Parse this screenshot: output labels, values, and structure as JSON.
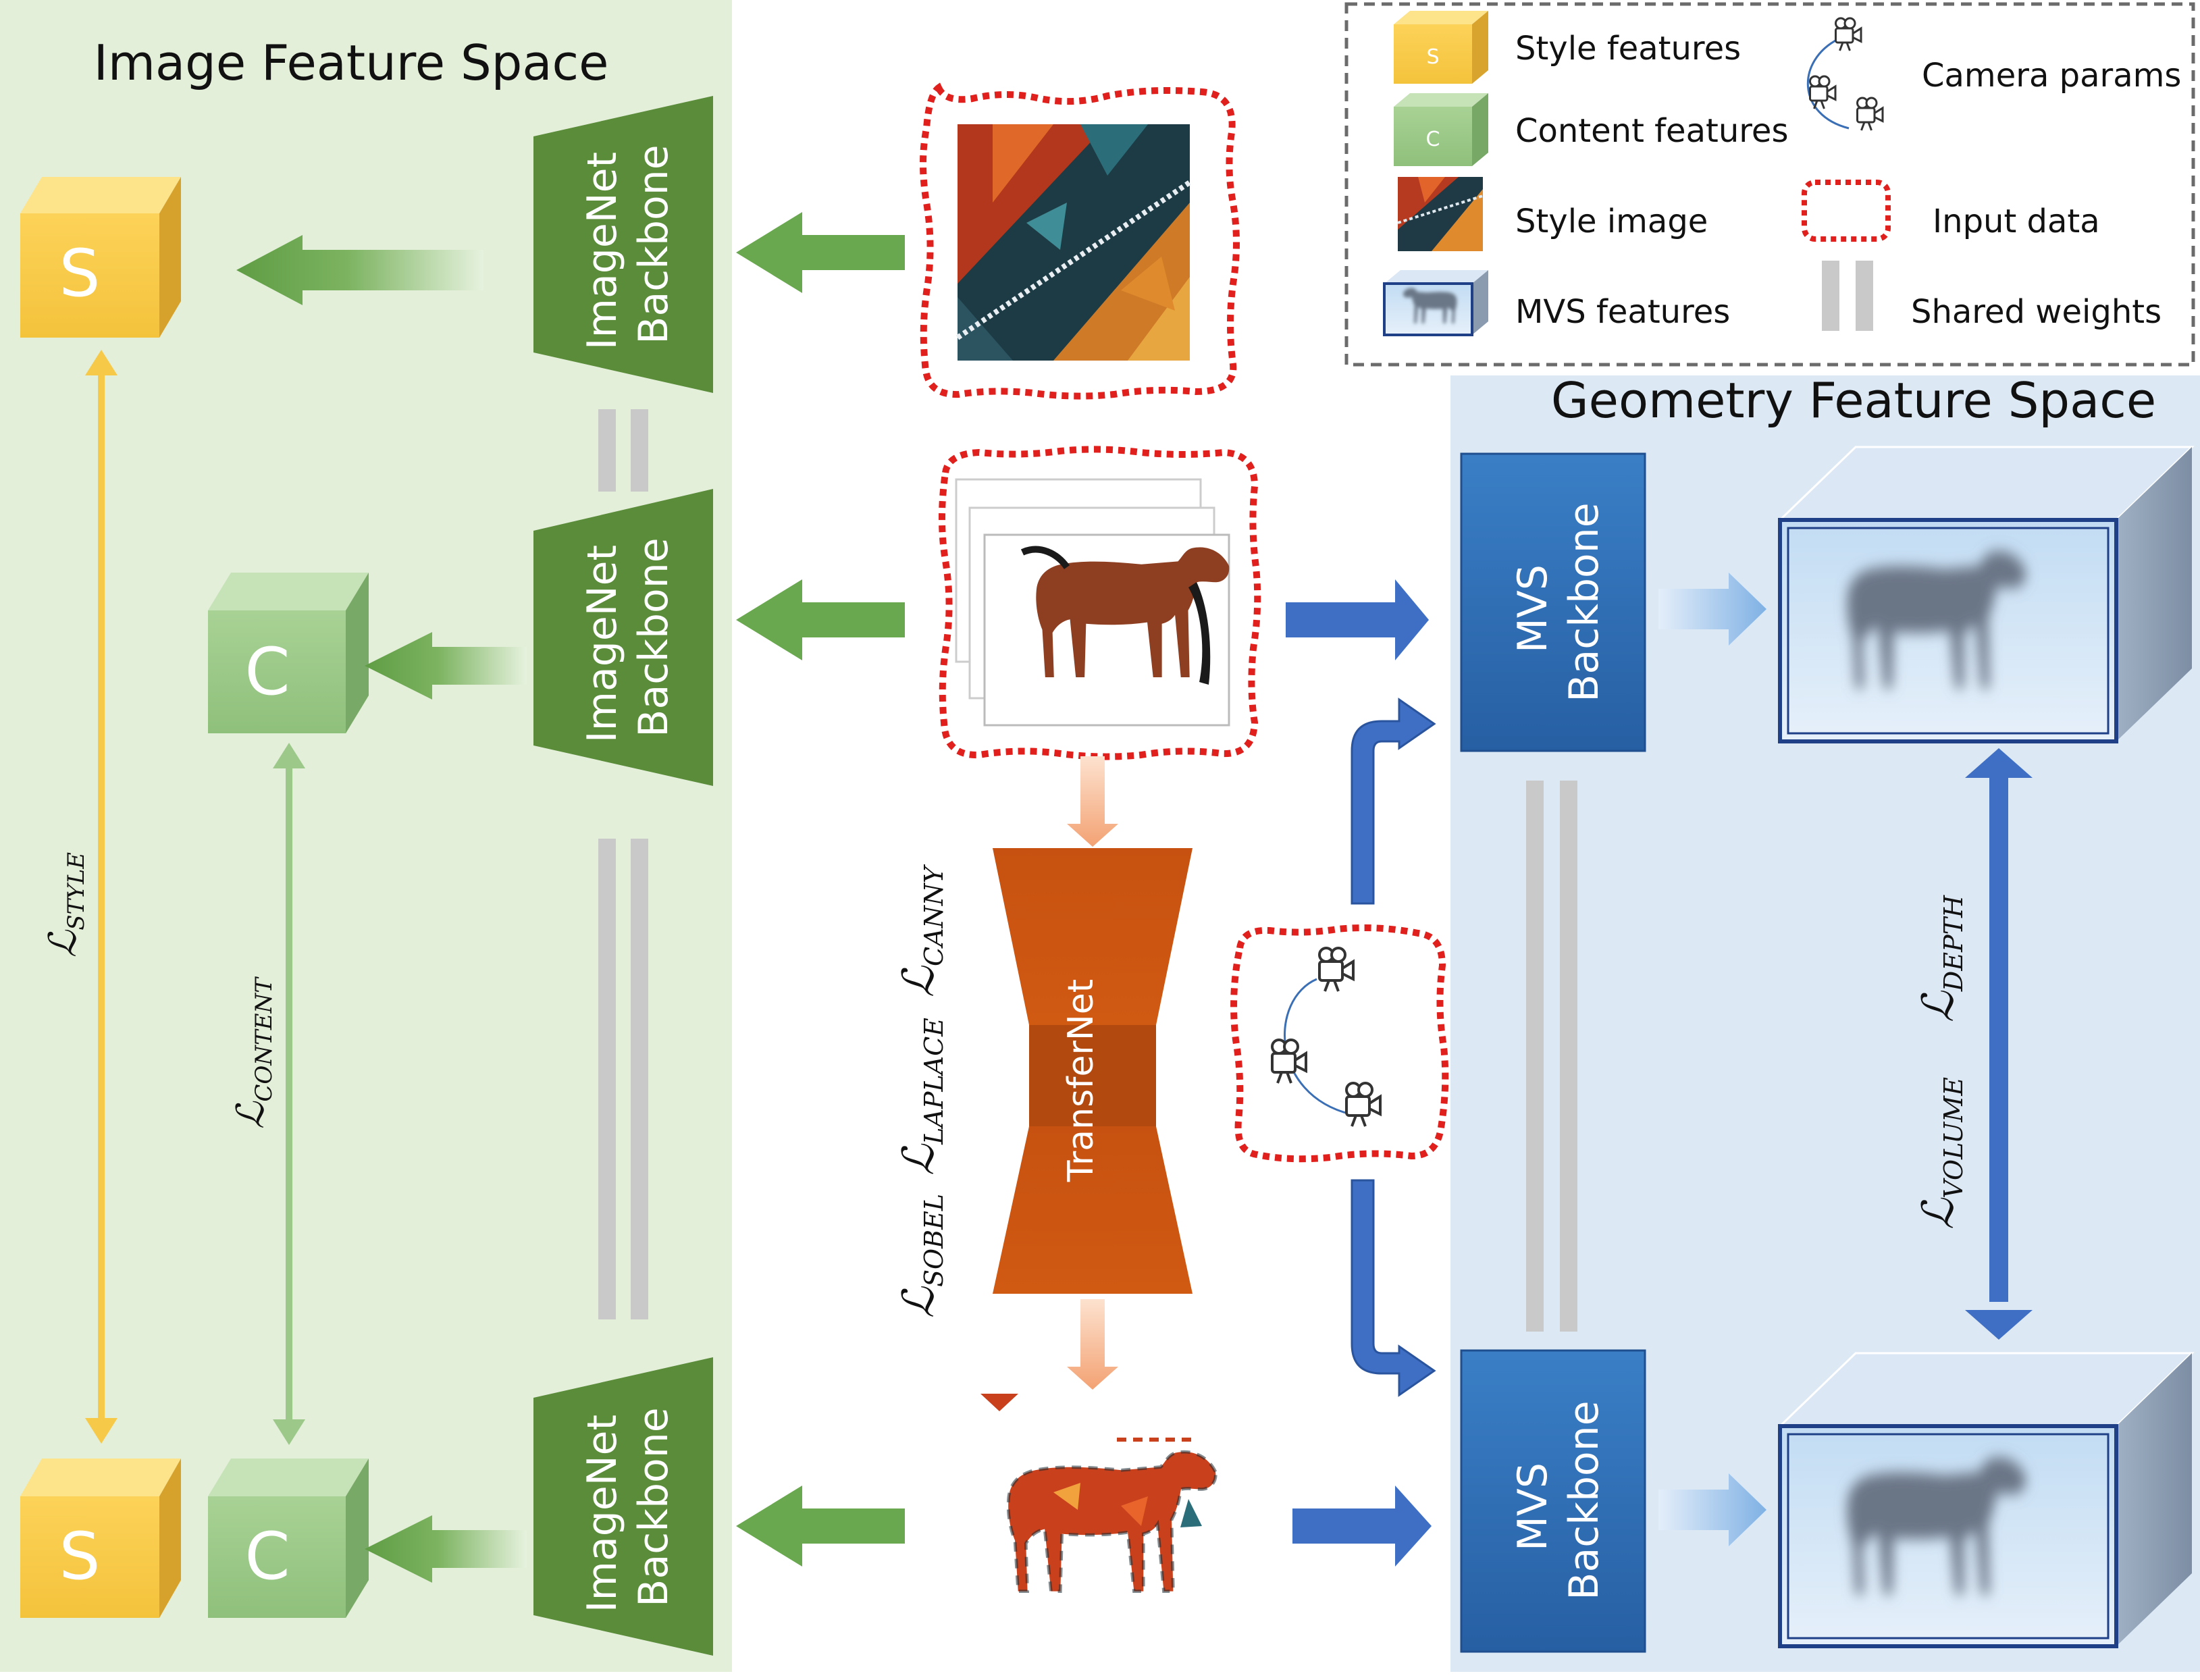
{
  "image_space": {
    "title": "Image Feature Space"
  },
  "geometry_space": {
    "title": "Geometry Feature Space"
  },
  "backbones": {
    "imagenet_label": "ImageNet Backbone",
    "imagenet_line1": "ImageNet",
    "imagenet_line2": "Backbone",
    "mvs_line1": "MVS",
    "mvs_line2": "Backbone"
  },
  "cubes": {
    "style_letter": "S",
    "content_letter": "C"
  },
  "transfernet": {
    "label": "TransferNet"
  },
  "losses": {
    "style": {
      "symbol": "ℒ",
      "subscript": "STYLE"
    },
    "content": {
      "symbol": "ℒ",
      "subscript": "CONTENT"
    },
    "sobel": {
      "symbol": "ℒ",
      "subscript": "SOBEL"
    },
    "laplace": {
      "symbol": "ℒ",
      "subscript": "LAPLACE"
    },
    "canny": {
      "symbol": "ℒ",
      "subscript": "CANNY"
    },
    "volume": {
      "symbol": "ℒ",
      "subscript": "VOLUME"
    },
    "depth": {
      "symbol": "ℒ",
      "subscript": "DEPTH"
    }
  },
  "legend": {
    "style_features": "Style features",
    "content_features": "Content features",
    "style_image": "Style image",
    "mvs_features": "MVS features",
    "camera_params": "Camera params",
    "input_data": "Input data",
    "shared_weights": "Shared weights",
    "style_icon_letter": "S",
    "content_icon_letter": "C"
  },
  "colors": {
    "image_space_bg": "#e3efd9",
    "geometry_space_bg": "#dce8f4",
    "imagenet_green": "#5a8c3a",
    "arrow_green": "#6aa84f",
    "style_yellow": "#f7c948",
    "content_green": "#9cc98a",
    "mvs_blue": "#2e6fb6",
    "arrow_blue": "#3f6fc4",
    "transfernet_orange": "#c9530e",
    "input_red": "#e0201c",
    "shared_gray": "#c9c9c9"
  }
}
